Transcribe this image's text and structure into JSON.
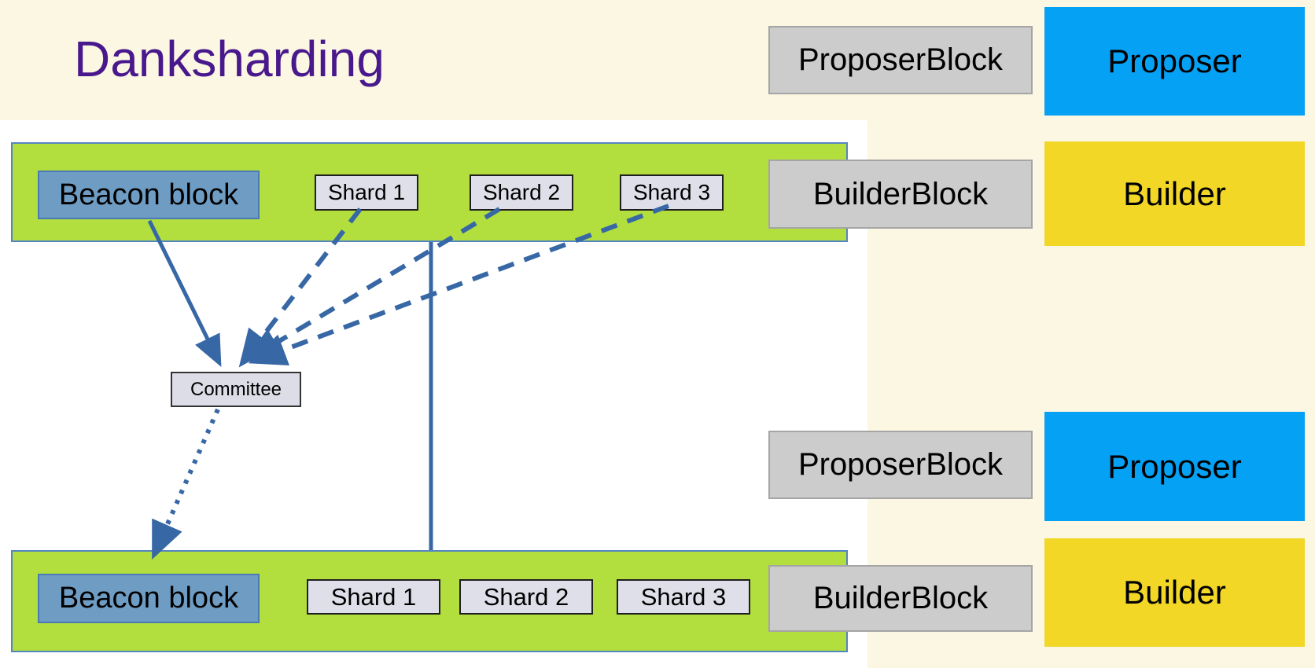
{
  "title": "Danksharding",
  "colors": {
    "background_cream": "#FBF7E3",
    "canvas_white": "#FFFFFF",
    "bar_green": "#B2DF3E",
    "beacon_blue": "#6E9CC3",
    "shard_fill": "#DFDFEA",
    "committee_fill": "#DDDDE8",
    "label_gray": "#CCCCCC",
    "proposer_blue": "#05A1F5",
    "builder_yellow": "#F2D727",
    "arrow_blue": "#3767A5",
    "title_purple": "#48188C"
  },
  "diagram": {
    "top_bar": {
      "beacon_label": "Beacon block",
      "shards": [
        "Shard 1",
        "Shard 2",
        "Shard 3"
      ]
    },
    "committee_label": "Committee",
    "bottom_bar": {
      "beacon_label": "Beacon block",
      "shards": [
        "Shard 1",
        "Shard 2",
        "Shard 3"
      ]
    }
  },
  "legend": {
    "top": {
      "proposer_block": "ProposerBlock",
      "proposer": "Proposer",
      "builder_block": "BuilderBlock",
      "builder": "Builder"
    },
    "bottom": {
      "proposer_block": "ProposerBlock",
      "proposer": "Proposer",
      "builder_block": "BuilderBlock",
      "builder": "Builder"
    }
  }
}
